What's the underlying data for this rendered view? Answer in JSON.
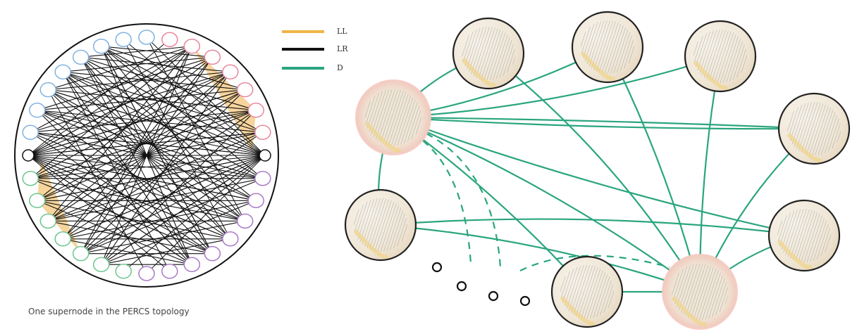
{
  "caption": "One supernode in the PERCS topology",
  "legend": [
    {
      "label": "LL",
      "color": "#f0b545"
    },
    {
      "label": "LR",
      "color": "#111111"
    },
    {
      "label": "D",
      "color": "#2aa57f"
    }
  ],
  "colors": {
    "ring_blue": "#7fb2e0",
    "ring_pink": "#e8869a",
    "ring_orange": "#efb04a",
    "ring_green": "#6cc58f",
    "ring_purple": "#a879c9",
    "node_fill": "#f4eee4",
    "node_highlight": "#f6c7c0",
    "node_yellow": "#f1d488"
  }
}
